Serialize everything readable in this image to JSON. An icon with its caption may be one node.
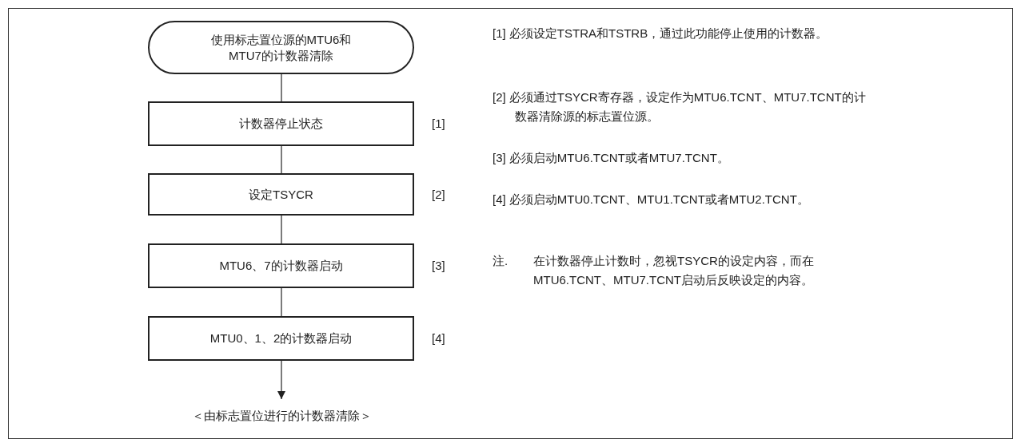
{
  "diagram": {
    "nodes": [
      {
        "text": [
          "使用标志置位源的MTU6和MTU7的计数器清除"
        ]
      },
      {
        "text": [
          "计数器停止状态"
        ],
        "beside": [
          "[1]"
        ]
      },
      {
        "text": [
          "设定TSYCR"
        ],
        "beside": [
          "[2]"
        ]
      },
      {
        "text": [
          "MTU6、7的计数器启动"
        ],
        "beside": [
          "[3]"
        ]
      },
      {
        "text": [
          "MTU0、1、2的计数器启动"
        ],
        "beside": [
          "[4]"
        ]
      },
      {
        "text": [
          "＜由标志置位进行的计数器清除＞"
        ]
      }
    ],
    "edges": [
      {
        "from": 0,
        "to": 1,
        "arrow": "none"
      },
      {
        "from": 1,
        "to": 2,
        "arrow": "none"
      },
      {
        "from": 2,
        "to": 3,
        "arrow": "none"
      },
      {
        "from": 3,
        "to": 4,
        "arrow": "none"
      },
      {
        "from": 4,
        "to": 5,
        "arrow": "to"
      }
    ],
    "labels": [
      "[1] 必须设定TSTRA和TSTRB，通过此功能停止使用的计数器。",
      "[2] 必须通过TSYCR寄存器，设定作为MTU6.TCNT、MTU7.TCNT的计数器清除源的标志置位源。",
      "[3] 必须启动MTU6.TCNT或者MTU7.TCNT。",
      "[4] 必须启动MTU0.TCNT、MTU1.TCNT或者MTU2.TCNT。",
      "注.",
      "在计数器停止计数时，忽视TSYCR的设定内容，而在MTU6.TCNT、MTU7.TCNT启动后反映设定的内容。"
    ]
  }
}
